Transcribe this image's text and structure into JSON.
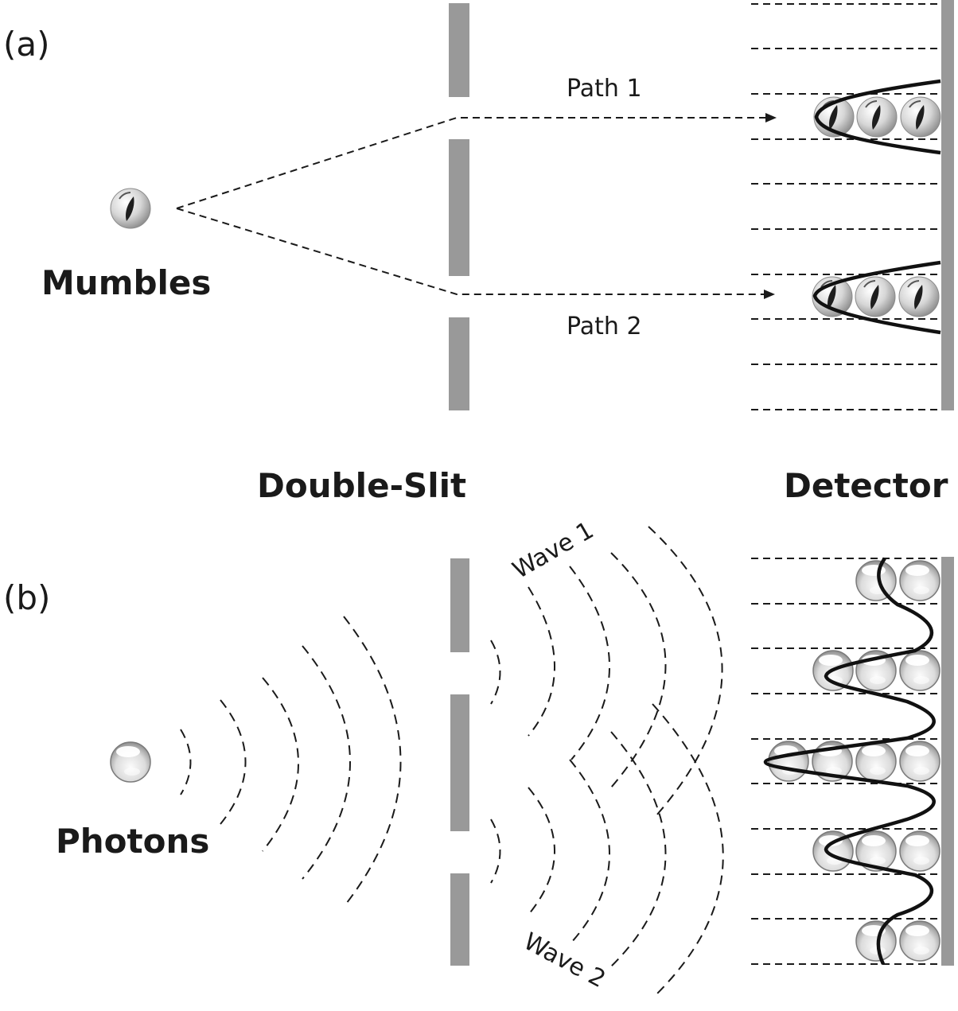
{
  "panels": {
    "a": {
      "label": "(a)",
      "particle_label": "Mumbles",
      "path1_label": "Path 1",
      "path2_label": "Path 2"
    },
    "b": {
      "label": "(b)",
      "particle_label": "Photons",
      "wave1_label": "Wave 1",
      "wave2_label": "Wave 2"
    }
  },
  "labels": {
    "slit": "Double-Slit",
    "detector": "Detector"
  },
  "colors": {
    "barrier": "#999999",
    "ink": "#1a1a1a"
  },
  "icons": {
    "particle": "marble-ball-icon",
    "photon": "glass-sphere-icon"
  }
}
